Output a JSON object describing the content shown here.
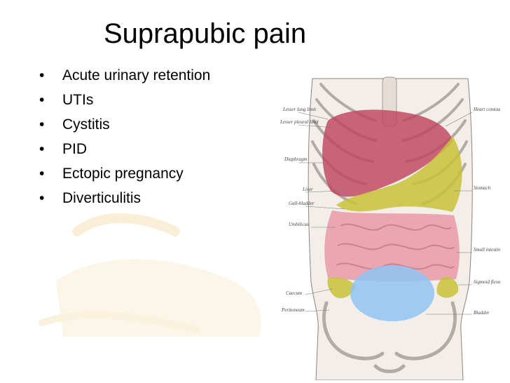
{
  "slide": {
    "title": "Suprapubic pain",
    "bullet_glyph": "•",
    "bullets": [
      "Acute urinary retention",
      "UTIs",
      "Cystitis",
      "PID",
      "Ectopic pregnancy",
      "Diverticulitis"
    ]
  },
  "figure": {
    "labels": {
      "lesser_lung_limit": "Lesser lung limit",
      "lesser_pleural_limit": "Lesser pleural limit",
      "heart_contour": "Heart contour",
      "diaphragm": "Diaphragm",
      "stomach": "Stomach",
      "liver": "Liver",
      "gall_bladder": "Gall-bladder",
      "umbilicus": "Umbilicus",
      "small_intestine": "Small intestine",
      "sigmoid_flexure": "Sigmoid flexure",
      "caecum": "Caecum",
      "peritoneum": "Peritoneum",
      "bladder": "Bladder"
    }
  },
  "colors": {
    "red_region": "#c0465f",
    "yellow_region": "#c8c23a",
    "pink_region": "#e79aa8",
    "blue_region": "#8fc3f2"
  }
}
